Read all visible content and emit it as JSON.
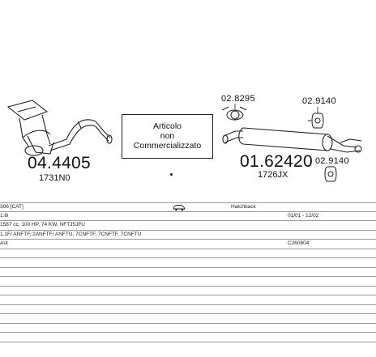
{
  "parts": {
    "catalyst": {
      "number": "04.4405",
      "ref": "1731N0"
    },
    "rear_silencer": {
      "number": "01.62420",
      "ref": "1726JX"
    },
    "accessory_1": {
      "number": "02.8295"
    },
    "accessory_2": {
      "number": "02.9140"
    },
    "accessory_3": {
      "number": "02.9140"
    }
  },
  "notice": {
    "line1": "Articolo",
    "line2": "non",
    "line3": "Commercializzato"
  },
  "spec_rows": [
    {
      "c1": "306  [CAT]",
      "c2": "Hatchback",
      "c3": ""
    },
    {
      "c1": "1.6i",
      "c2": "",
      "c3": "01/01 - 12/02"
    },
    {
      "c1": "1587 cc, 100 HP, 74 KW, NFTJ5JFU",
      "c2": "",
      "c3": ""
    },
    {
      "c1": "1.1F/ ANFTF, 2ANFTF/ ANFTU, 7CNFTF, 7CNFTF, 7CNFTU",
      "c2": "",
      "c3": ""
    },
    {
      "c1": "Aut",
      "c2": "",
      "c3": "C260804"
    },
    {
      "c1": "",
      "c2": "",
      "c3": ""
    },
    {
      "c1": "",
      "c2": "",
      "c3": ""
    },
    {
      "c1": "",
      "c2": "",
      "c3": ""
    },
    {
      "c1": "",
      "c2": "",
      "c3": ""
    },
    {
      "c1": "",
      "c2": "",
      "c3": ""
    },
    {
      "c1": "",
      "c2": "",
      "c3": ""
    },
    {
      "c1": "",
      "c2": "",
      "c3": ""
    },
    {
      "c1": "",
      "c2": "",
      "c3": ""
    },
    {
      "c1": "",
      "c2": "",
      "c3": ""
    },
    {
      "c1": "",
      "c2": "",
      "c3": ""
    }
  ]
}
